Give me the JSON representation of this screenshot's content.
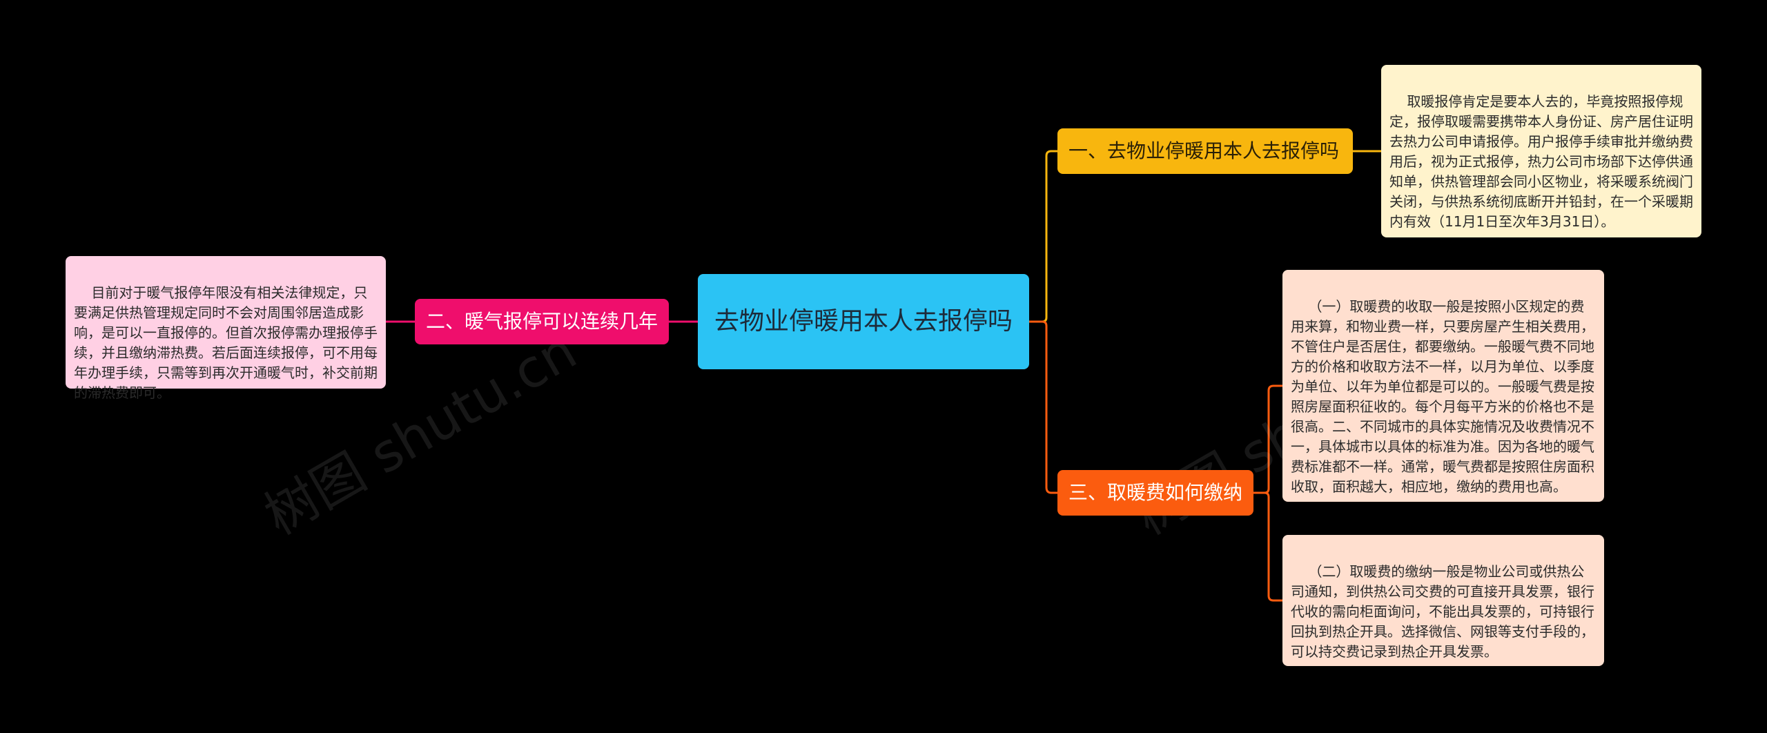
{
  "root": {
    "label": "去物业停暖用本人去报停吗"
  },
  "branches": [
    {
      "label": "一、去物业停暖用本人去报停吗",
      "color": "#f8b60e"
    },
    {
      "label": "二、暖气报停可以连续几年",
      "color": "#ef0e6c"
    },
    {
      "label": "三、取暖费如何缴纳",
      "color": "#fb5c0f"
    }
  ],
  "leaves": [
    {
      "text": "取暖报停肯定是要本人去的，毕竟按照报停规定，报停取暖需要携带本人身份证、房产居住证明去热力公司申请报停。用户报停手续审批并缴纳费用后，视为正式报停，热力公司市场部下达停供通知单，供热管理部会同小区物业，将采暖系统阀门关闭，与供热系统彻底断开并铅封，在一个采暖期内有效（11月1日至次年3月31日）。",
      "color": "#fff3cc"
    },
    {
      "text": "目前对于暖气报停年限没有相关法律规定，只要满足供热管理规定同时不会对周围邻居造成影响，是可以一直报停的。但首次报停需办理报停手续，并且缴纳滞热费。若后面连续报停，可不用每年办理手续，只需等到再次开通暖气时，补交前期的滞热费即可。",
      "color": "#ffd0e4"
    },
    {
      "text": "（一）取暖费的收取一般是按照小区规定的费用来算，和物业费一样，只要房屋产生相关费用，不管住户是否居住，都要缴纳。一般暖气费不同地方的价格和收取方法不一样，以月为单位、以季度为单位、以年为单位都是可以的。一般暖气费是按照房屋面积征收的。每个月每平方米的价格也不是很高。二、不同城市的具体实施情况及收费情况不一，具体城市以具体的标准为准。因为各地的暖气费标准都不一样。通常，暖气费都是按照住房面积收取，面积越大，相应地，缴纳的费用也高。",
      "color": "#ffdfcf"
    },
    {
      "text": "（二）取暖费的缴纳一般是物业公司或供热公司通知，到供热公司交费的可直接开具发票，银行代收的需向柜面询问，不能出具发票的，可持银行回执到热企开具。选择微信、网银等支付手段的，可以持交费记录到热企开具发票。",
      "color": "#ffdfcf"
    }
  ],
  "watermarks": [
    "树图 shutu.cn",
    "树图 shutu.cn"
  ]
}
